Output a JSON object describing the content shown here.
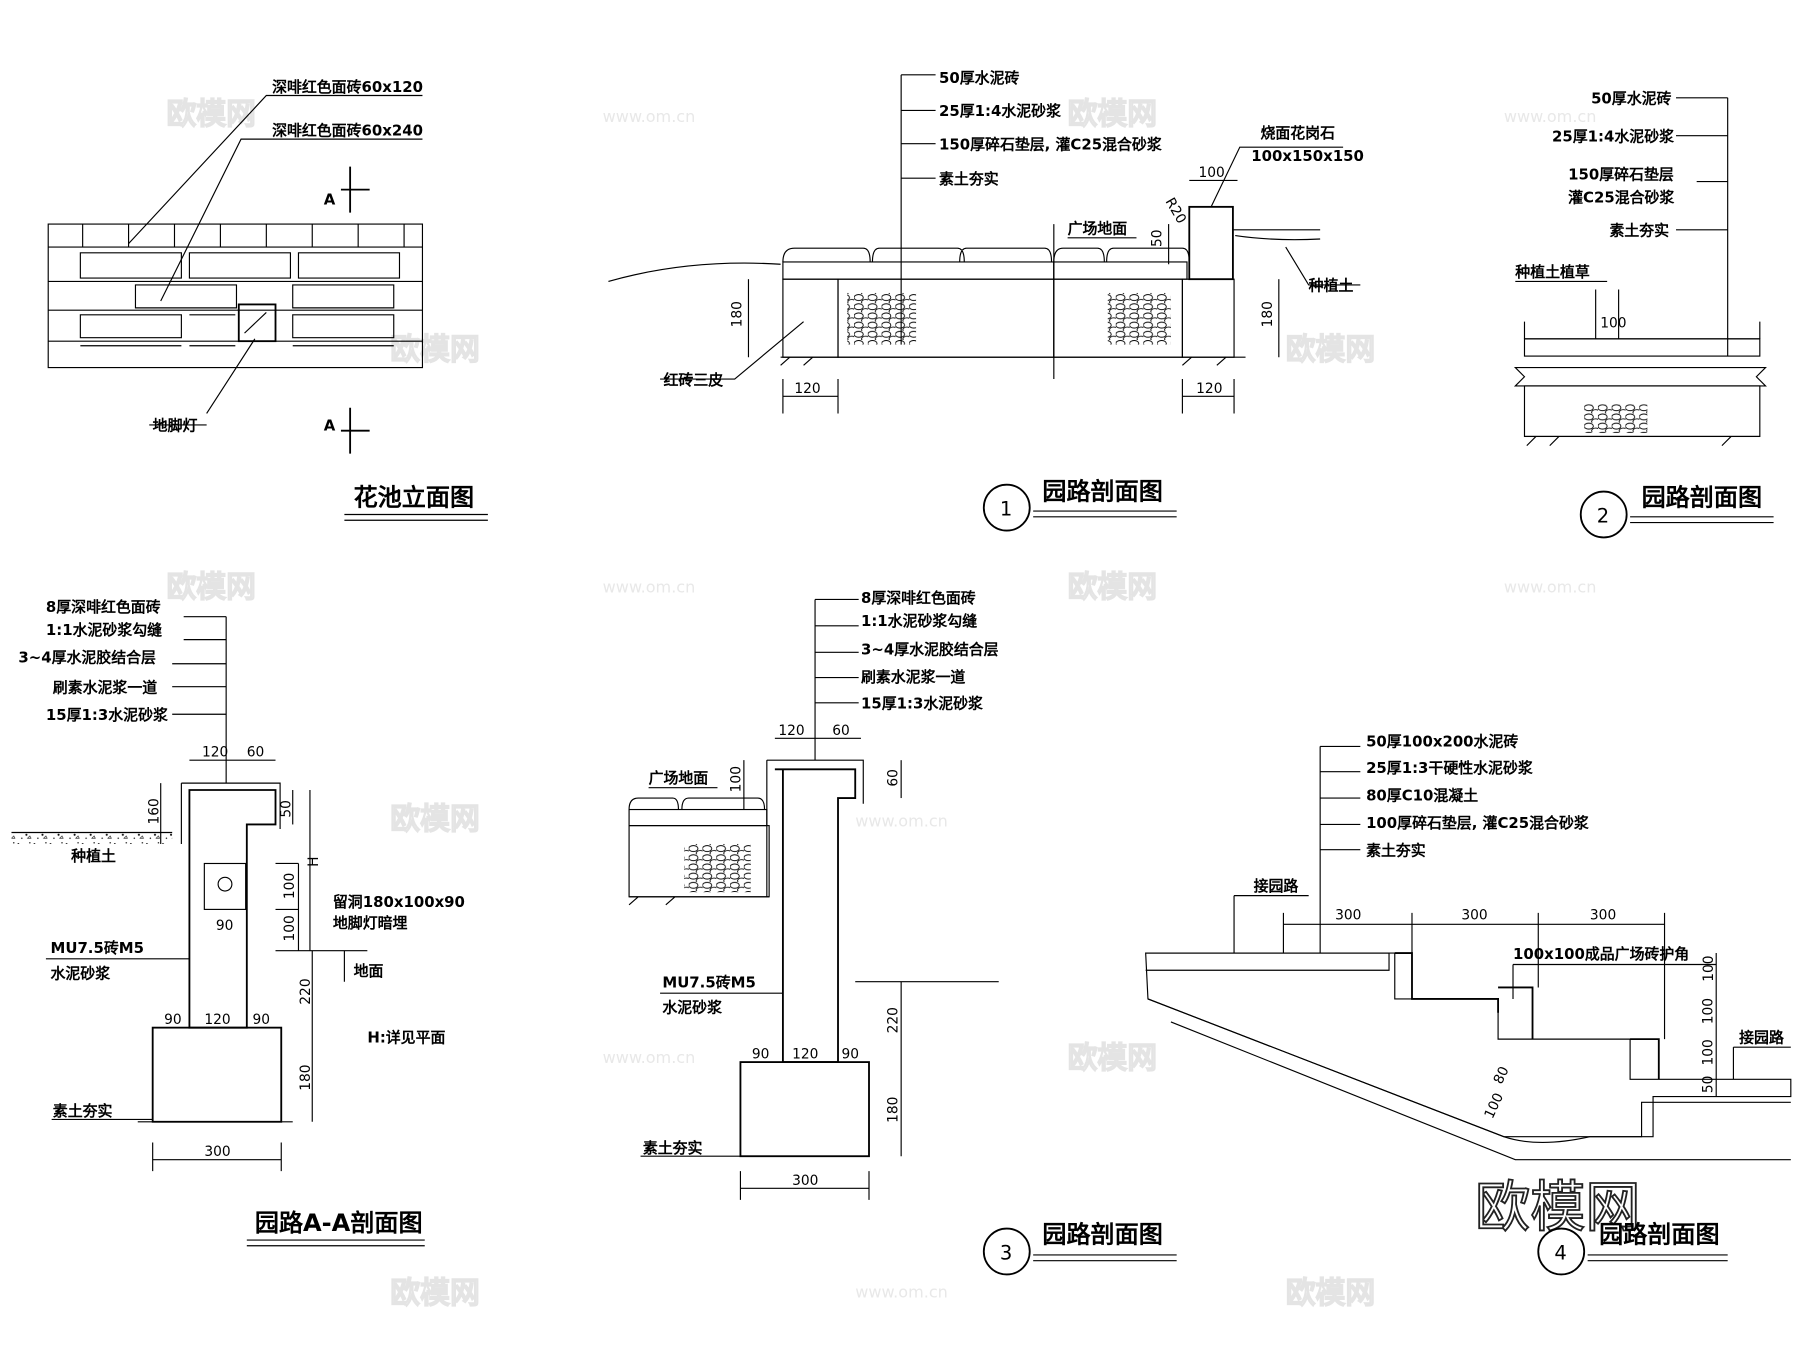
{
  "watermark": {
    "brand": "欧模网",
    "url": "www.om.cn"
  },
  "flowerbed": {
    "title": "花池立面图",
    "brick1": "深啡红色面砖60x120",
    "brick2": "深啡红色面砖60x240",
    "lamp": "地脚灯",
    "mark": "A"
  },
  "section1": {
    "title": "园路剖面图",
    "number": "1",
    "layers": [
      "50厚水泥砖",
      "25厚1:4水泥砂浆",
      "150厚碎石垫层, 灌C25混合砂浆",
      "素土夯实"
    ],
    "granite": "烧面花岗石",
    "granite_size": "100x150x150",
    "plaza": "广场地面",
    "soil": "种植土",
    "brick": "红砖三皮",
    "dims": {
      "w100": "100",
      "r20": "R20",
      "h50": "50",
      "h180": "180",
      "w120": "120"
    }
  },
  "section2": {
    "title": "园路剖面图",
    "number": "2",
    "layers": [
      "50厚水泥砖",
      "25厚1:4水泥砂浆",
      "150厚碎石垫层",
      "灌C25混合砂浆",
      "素土夯实"
    ],
    "grass": "种植土植草",
    "dim100": "100"
  },
  "sectionAA": {
    "title": "园路A-A剖面图",
    "layers": [
      "8厚深啡红色面砖",
      "1:1水泥砂浆勾缝",
      "3~4厚水泥胶结合层",
      "刷素水泥浆一道",
      "15厚1:3水泥砂浆"
    ],
    "soil": "种植土",
    "hole": "留洞180x100x90",
    "lamp": "地脚灯暗埋",
    "brick": "MU7.5砖M5",
    "mortar": "水泥砂浆",
    "ground": "地面",
    "h_note": "H:详见平面",
    "base": "素土夯实",
    "dims": {
      "w120": "120",
      "w60": "60",
      "h160": "160",
      "h50": "50",
      "h100a": "100",
      "h100b": "100",
      "h220": "220",
      "h180": "180",
      "w90a": "90",
      "w120b": "120",
      "w90b": "90",
      "w300": "300",
      "h": "H",
      "w90c": "90"
    }
  },
  "section3": {
    "title": "园路剖面图",
    "number": "3",
    "layers": [
      "8厚深啡红色面砖",
      "1:1水泥砂浆勾缝",
      "3~4厚水泥胶结合层",
      "刷素水泥浆一道",
      "15厚1:3水泥砂浆"
    ],
    "plaza": "广场地面",
    "brick": "MU7.5砖M5",
    "mortar": "水泥砂浆",
    "base": "素土夯实",
    "dims": {
      "h100": "100",
      "w120": "120",
      "w60": "60",
      "h60": "60",
      "h220": "220",
      "h180": "180",
      "w90a": "90",
      "w120b": "120",
      "w90b": "90",
      "w300": "300"
    }
  },
  "section4": {
    "title": "园路剖面图",
    "number": "4",
    "layers": [
      "50厚100x200水泥砖",
      "25厚1:3干硬性水泥砂浆",
      "80厚C10混凝土",
      "100厚碎石垫层, 灌C25混合砂浆",
      "素土夯实"
    ],
    "join_left": "接园路",
    "join_right": "接园路",
    "corner": "100x100成品广场砖护角",
    "dims": {
      "w1": "300",
      "w2": "300",
      "w3": "300",
      "h1": "100",
      "h2": "100",
      "h3": "100",
      "h50": "50",
      "d80": "80",
      "d100": "100"
    }
  }
}
